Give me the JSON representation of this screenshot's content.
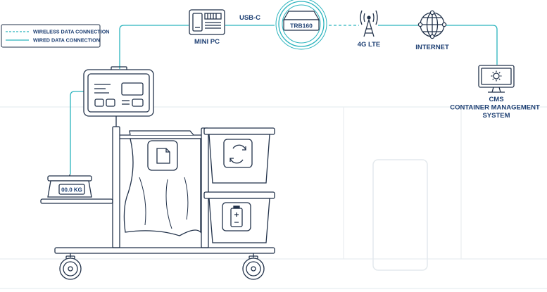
{
  "legend": {
    "wireless": "WIRELESS DATA CONNECTION",
    "wired": "WIRED DATA CONNECTION"
  },
  "nodes": {
    "mini_pc": "MINI PC",
    "usb_c": "USB-C",
    "router": "TRB160",
    "lte": "4G LTE",
    "internet": "INTERNET",
    "cms_title": "CMS",
    "cms_line1": "CONTAINER MANAGEMENT",
    "cms_line2": "SYSTEM"
  },
  "scale": {
    "reading": "00.0 KG"
  },
  "bins": {
    "left_icon": "document-icon",
    "top_icon": "recycle-icon",
    "bottom_icon": "battery-icon"
  },
  "colors": {
    "line": "#2ab3bd",
    "text": "#1d3f73",
    "outline": "#22324a"
  }
}
